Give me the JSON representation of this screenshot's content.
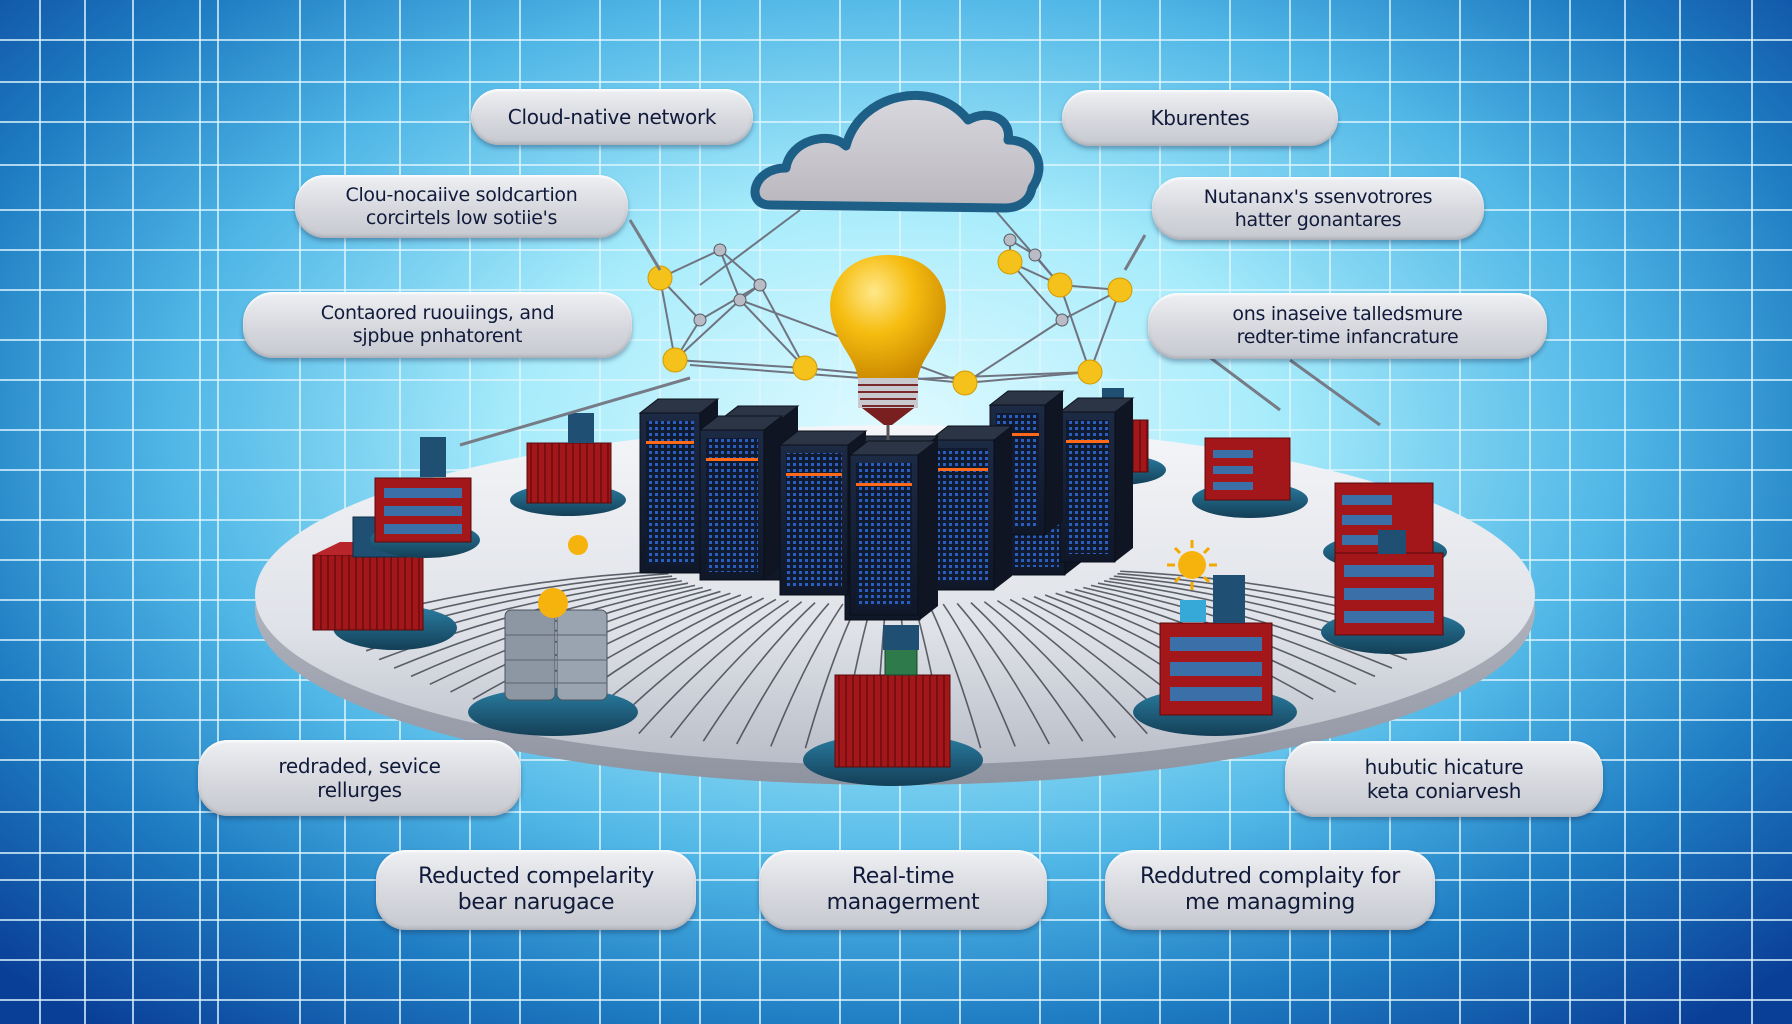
{
  "diagram": {
    "title_cloud_icon": "cloud-icon",
    "center_icon": "lightbulb-icon",
    "core_icon": "server-rack-cluster-icon",
    "colors": {
      "background_edge": "#0a3f98",
      "background_center": "#dffaff",
      "grid_line": "#d8f4ff",
      "label_fill": "#d6d8de",
      "label_text": "#101a3a",
      "cloud_outline": "#1d5f86",
      "bulb": "#f2b705",
      "server": "#1b2230",
      "server_led": "#2a5cb8",
      "server_strip": "#ff6a1a",
      "container_red": "#a3161a",
      "pedestal_teal": "#1b5a78",
      "platform": "#e6e8ee",
      "node_yellow": "#f5c21b"
    },
    "labels": [
      {
        "id": "top-left",
        "lines": [
          "Cloud-native network"
        ]
      },
      {
        "id": "top-right",
        "lines": [
          "Kburentes"
        ]
      },
      {
        "id": "upper-left",
        "lines": [
          "Clou-nocaiive soldcartion",
          "corcirtels low sotiie's"
        ]
      },
      {
        "id": "upper-right",
        "lines": [
          "Nutananx's ssenvotrores",
          "hatter gonantares"
        ]
      },
      {
        "id": "middle-left",
        "lines": [
          "Contaored ruouiings, and",
          "sjpbue pnhatorent"
        ]
      },
      {
        "id": "middle-right",
        "lines": [
          "ons inaseive talledsmure",
          "redter-time infancrature"
        ]
      },
      {
        "id": "lower-left",
        "lines": [
          "redraded, sevice",
          "rellurges"
        ]
      },
      {
        "id": "lower-right",
        "lines": [
          "hubutic hicature",
          "keta coniarvesh"
        ]
      },
      {
        "id": "bottom-left",
        "lines": [
          "Reducted compelarity",
          "bear narugace"
        ]
      },
      {
        "id": "bottom-center",
        "lines": [
          "Real-time",
          "managerment"
        ]
      },
      {
        "id": "bottom-right",
        "lines": [
          "Reddutred complaity for",
          "me managming"
        ]
      }
    ]
  }
}
